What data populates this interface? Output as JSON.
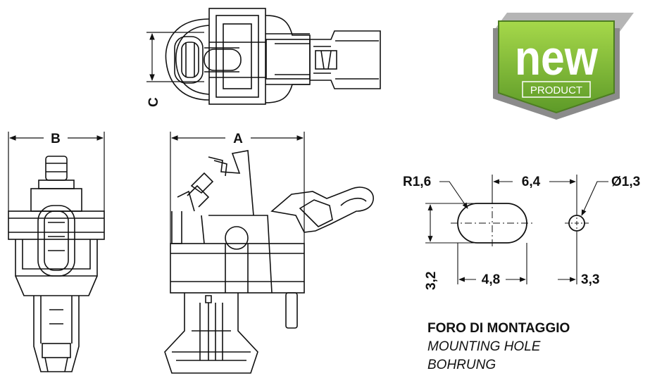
{
  "badge": {
    "main": "new",
    "sub": "PRODUCT",
    "color_light": "#8dc63f",
    "color_dark": "#3f7a1f",
    "frame_color": "#9a9a9a"
  },
  "dimensions": {
    "a": "A",
    "b": "B",
    "c": "C",
    "radius": "R1,6",
    "slot_spacing": "6,4",
    "hole_diameter": "Ø1,3",
    "slot_height": "3,2",
    "slot_length": "4,8",
    "hole_offset": "3,3"
  },
  "caption": {
    "it": "FORO DI MONTAGGIO",
    "en": "MOUNTING HOLE",
    "de": "BOHRUNG"
  }
}
